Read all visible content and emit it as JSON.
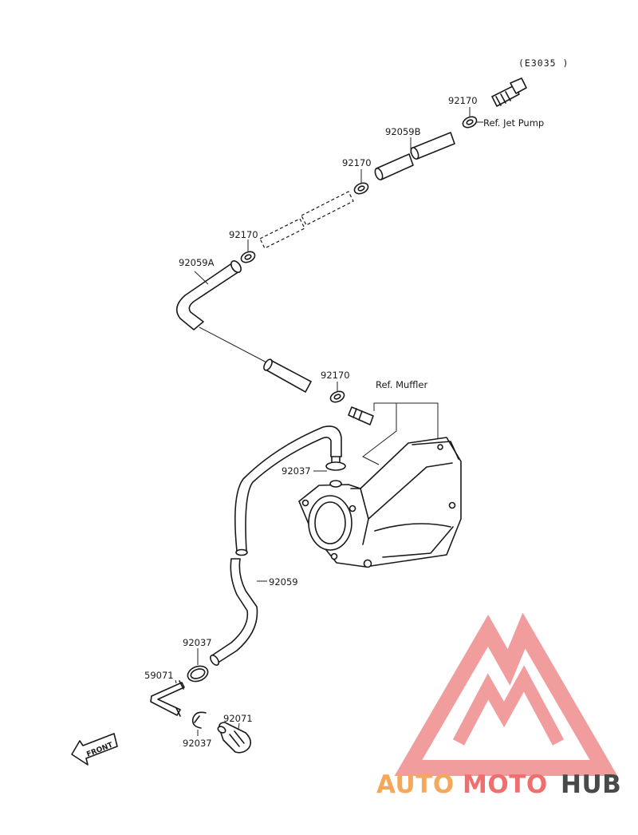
{
  "diagram": {
    "code": "(E3035 )",
    "refs": {
      "jet_pump": "Ref. Jet Pump",
      "muffler": "Ref. Muffler"
    },
    "parts": {
      "clamp_top": "92170",
      "hose_b": "92059B",
      "clamp_2": "92170",
      "clamp_3": "92170",
      "hose_a": "92059A",
      "clamp_4": "92170",
      "clamp_muffler": "92037",
      "hose": "92059",
      "clamp_lower": "92037",
      "pipe": "59071",
      "fitting": "92071",
      "clamp_bottom": "92037"
    },
    "front_label": "FRONT"
  },
  "watermark": {
    "part1": "AUTO",
    "part2": "MOTO",
    "part3": "HUB",
    "colors": {
      "orange": "#f5a85a",
      "red": "#ef6f6f",
      "dark": "#4a4a4a",
      "logo_triangle": "#f08c8c"
    }
  }
}
